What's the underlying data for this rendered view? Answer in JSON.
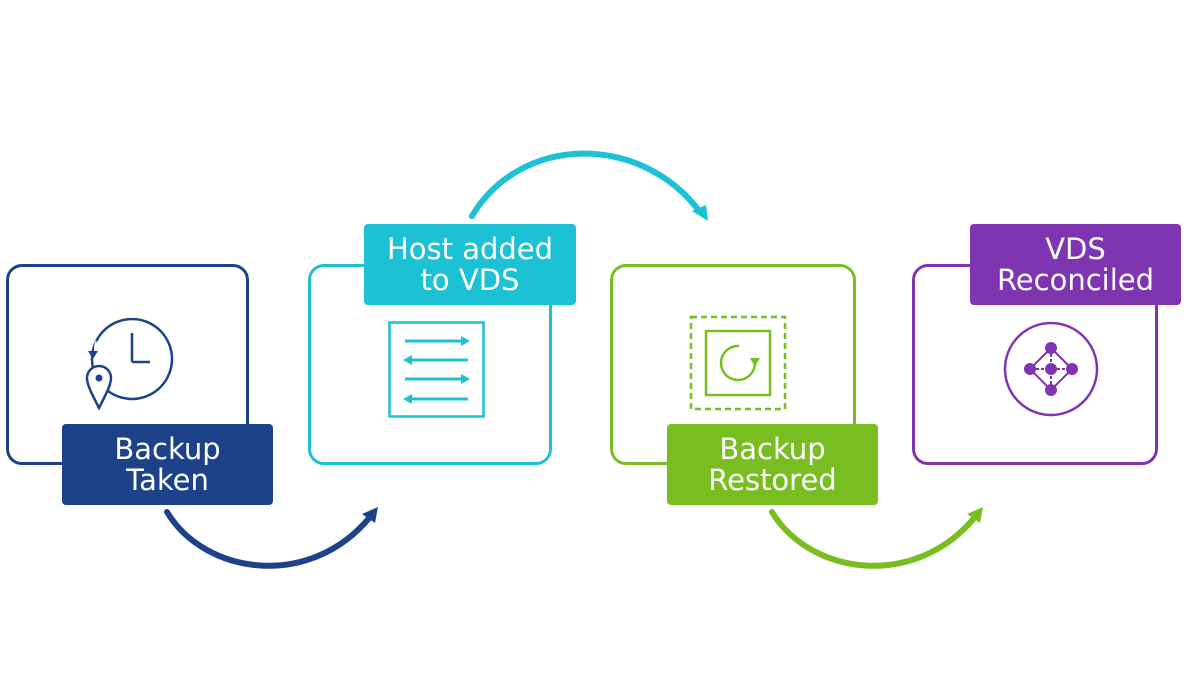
{
  "diagram": {
    "steps": [
      {
        "id": "backup-taken",
        "label_lines": [
          "Backup",
          "Taken"
        ],
        "color": "#1d428a",
        "icon": "clock-location-icon"
      },
      {
        "id": "host-added",
        "label_lines": [
          "Host added",
          "to VDS"
        ],
        "color": "#1cc1d3",
        "icon": "switch-arrows-icon"
      },
      {
        "id": "backup-restored",
        "label_lines": [
          "Backup",
          "Restored"
        ],
        "color": "#78be20",
        "icon": "restore-icon"
      },
      {
        "id": "vds-reconciled",
        "label_lines": [
          "VDS",
          "Reconciled"
        ],
        "color": "#7f35b2",
        "icon": "network-nodes-icon"
      }
    ],
    "connectors": [
      {
        "from": "backup-taken",
        "to": "host-added",
        "color": "#1d428a"
      },
      {
        "from": "host-added",
        "to": "backup-restored",
        "color": "#1cc1d3"
      },
      {
        "from": "backup-restored",
        "to": "vds-reconciled",
        "color": "#78be20"
      }
    ]
  }
}
